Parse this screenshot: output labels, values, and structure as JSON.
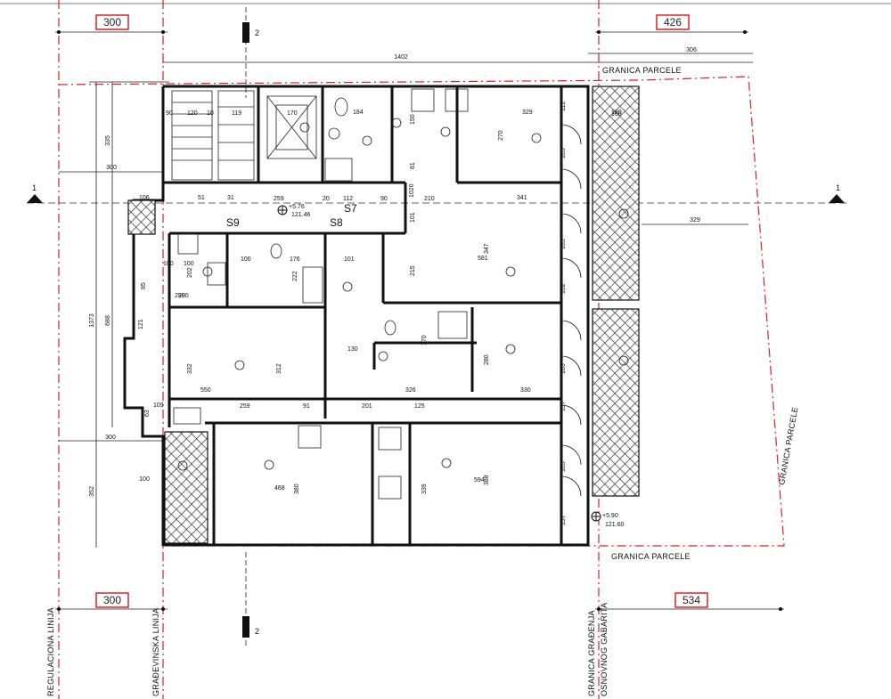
{
  "header": {
    "left_setback": "300",
    "right_setback": "426",
    "section_marker": "2"
  },
  "footer": {
    "left_setback": "300",
    "right_setback": "534",
    "section_marker": "2"
  },
  "section_markers": {
    "left": "1",
    "right": "1"
  },
  "parcel": {
    "top_label": "GRANICA PARCELE",
    "bottom_label": "GRANICA PARCELE",
    "right_label": "GRANICA PARCELE"
  },
  "vertical_lines": {
    "regulation": "REGULACIONA LINIJA",
    "building": "GRAĐEVINSKA LINIJA",
    "boundary_line1": "GRANICA GRAĐENJA",
    "boundary_line2": "OSNOVNOG GABARITA"
  },
  "overall_dims": {
    "width": "1402",
    "right_offset": "306",
    "height": "1373",
    "left_vertical": "688",
    "top_vertical": "335",
    "mid_vertical": "300",
    "bottom_vertical": "352",
    "gap_300_a": "300",
    "gap_300_b": "300",
    "right_329": "329",
    "bottom_left_100": "100"
  },
  "levels": {
    "upper_value": "+5.76",
    "upper_abs": "121.46",
    "lower_value": "+5.90",
    "lower_abs": "121.60"
  },
  "room_tags": [
    "S9",
    "S8",
    "S7"
  ],
  "room_dims": [
    "90",
    "120",
    "10",
    "119",
    "170",
    "184",
    "329",
    "112",
    "270",
    "180",
    "165",
    "81",
    "150",
    "341",
    "259",
    "20",
    "112",
    "90",
    "210",
    "100",
    "176",
    "101",
    "215",
    "581",
    "347",
    "165",
    "202",
    "100",
    "222",
    "290",
    "102",
    "130",
    "170",
    "280",
    "332",
    "312",
    "550",
    "326",
    "330",
    "165",
    "259",
    "91",
    "201",
    "125",
    "137",
    "468",
    "380",
    "339",
    "594",
    "388",
    "165",
    "137",
    "109",
    "63",
    "121",
    "100",
    "51",
    "31",
    "106",
    "1020",
    "101",
    "290",
    "85",
    "160"
  ]
}
